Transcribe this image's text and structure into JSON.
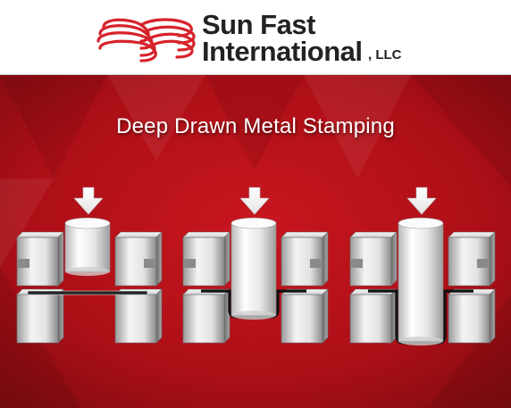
{
  "brand": {
    "line1": "Sun Fast",
    "line2": "International",
    "suffix": ", LLC"
  },
  "headline": "Deep Drawn Metal Stamping",
  "colors": {
    "header_bg": "#ffffff",
    "brand_red": "#d7232c",
    "brand_text": "#222222",
    "panel_red": "#b8121a",
    "panel_red_dark": "#7a0b10",
    "metal_light": "#f0f0f0",
    "metal_dark": "#8a8a8a"
  },
  "stages": [
    {
      "name": "stage-start",
      "punch_depth": 0.0
    },
    {
      "name": "stage-partial",
      "punch_depth": 0.5
    },
    {
      "name": "stage-full",
      "punch_depth": 1.0
    }
  ]
}
